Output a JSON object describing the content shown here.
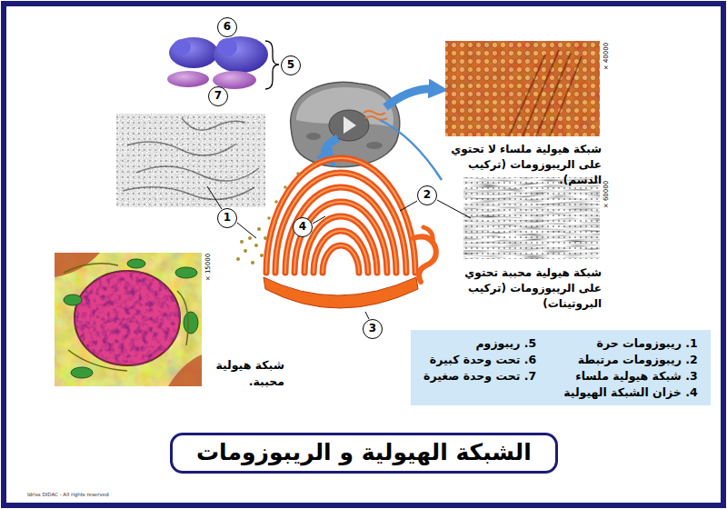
{
  "diagram": {
    "title": "الشبكة الهيولية و الريبوزومات",
    "nodes": [
      {
        "text": [
          "1. ريبوزومات حرة",
          "2. ريبوزومات مرتبطة",
          "3. شبكة هيولية ملساء",
          "4. خزان الشبكة الهيولية",
          "5. ريبوزوم",
          "6. تحت وحدة كبيرة",
          "7. تحت وحدة صغيرة"
        ]
      }
    ],
    "labels": [
      "6",
      "5",
      "7",
      "1",
      "2",
      "4",
      "3",
      "× 40000",
      "شبكة هيولية ملساء لا تحتوي على الريبوزومات (تركيب الدسم).",
      "× 60000",
      "شبكة هيولية محببة تحتوي على الريبوزومات (تركيب البروتينات)",
      "× 15000",
      "شبكة هيولية محببة.",
      "Idriss DIDAC - All rights reserved"
    ]
  }
}
